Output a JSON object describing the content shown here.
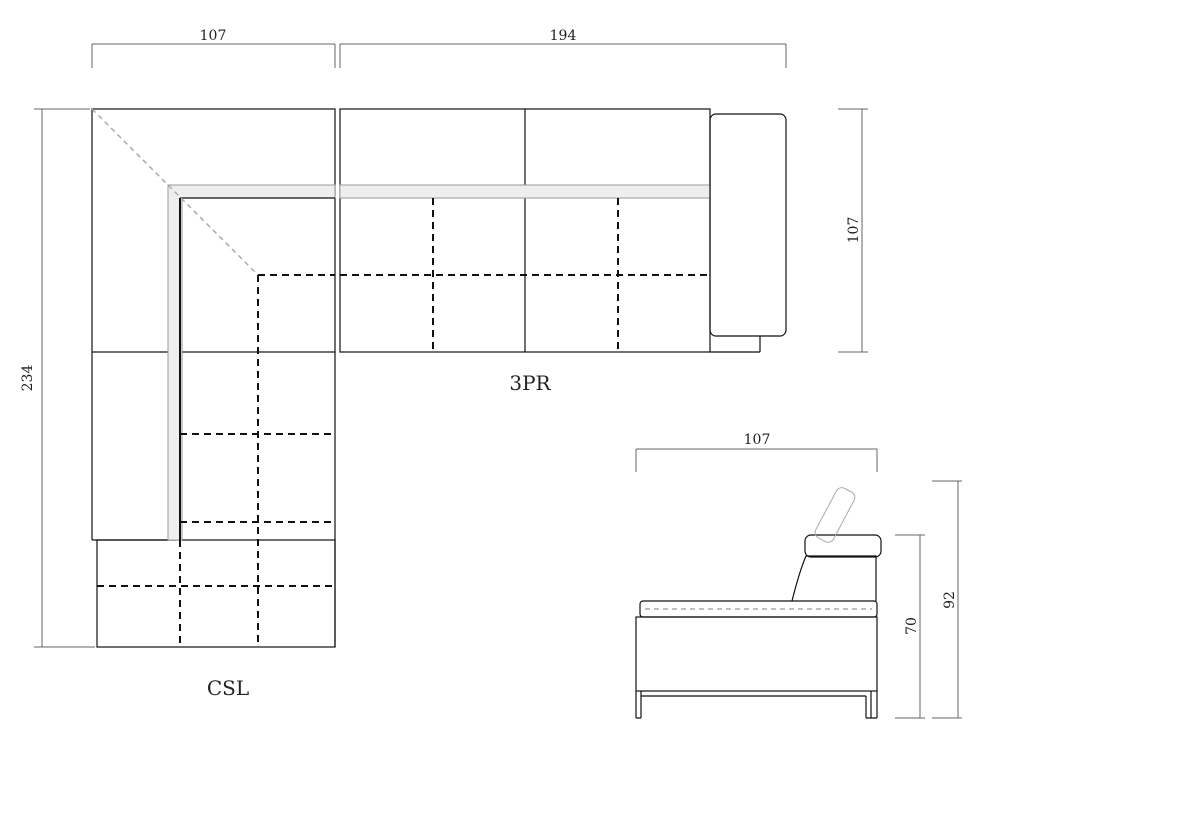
{
  "plan": {
    "dims": {
      "left_width": "107",
      "right_width": "194",
      "total_depth": "234",
      "right_depth": "107"
    },
    "labels": {
      "left_module": "CSL",
      "right_module": "3PR"
    }
  },
  "side_view": {
    "dims": {
      "depth": "107",
      "back_height": "70",
      "total_height": "92"
    }
  }
}
